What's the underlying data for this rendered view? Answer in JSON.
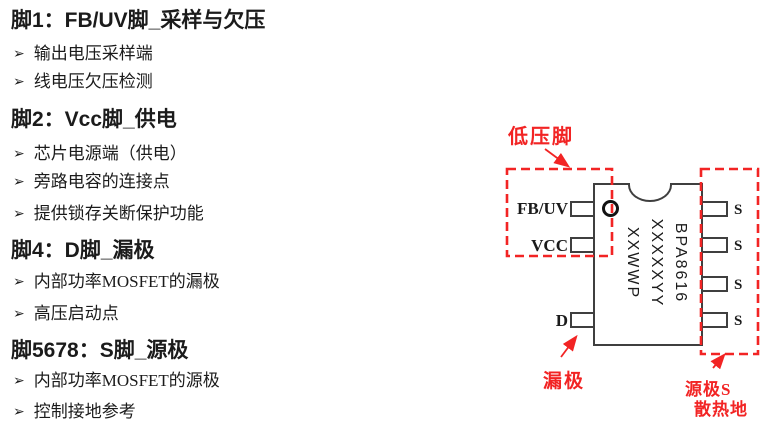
{
  "left_panel": {
    "bullet_glyph": "➢",
    "sections": [
      {
        "heading": "脚1：FB/UV脚_采样与欠压",
        "bullets": [
          "输出电压采样端",
          "线电压欠压检测"
        ]
      },
      {
        "heading": "脚2：Vcc脚_供电",
        "bullets": [
          "芯片电源端（供电）",
          "旁路电容的连接点",
          "提供锁存关断保护功能"
        ]
      },
      {
        "heading": "脚4：D脚_漏极",
        "bullets": [
          "内部功率MOSFET的漏极",
          "高压启动点"
        ]
      },
      {
        "heading": "脚5678：S脚_源极",
        "bullets": [
          "内部功率MOSFET的源极",
          "控制接地参考"
        ]
      }
    ]
  },
  "diagram": {
    "chip": {
      "marking_lines": [
        "BPA8616",
        "XXXXXYY",
        "XXWWP"
      ]
    },
    "pins": {
      "left": [
        "FB/UV",
        "VCC",
        "D"
      ],
      "right": [
        "S",
        "S",
        "S",
        "S"
      ]
    },
    "labels": {
      "low_voltage": "低压脚",
      "drain": "漏极",
      "source_line1": "源极S",
      "source_line2": "散热地"
    },
    "colors": {
      "annotation_red": "#f22424",
      "chip_outline": "#3f3f3f",
      "text_black": "#1b1b1b"
    }
  }
}
